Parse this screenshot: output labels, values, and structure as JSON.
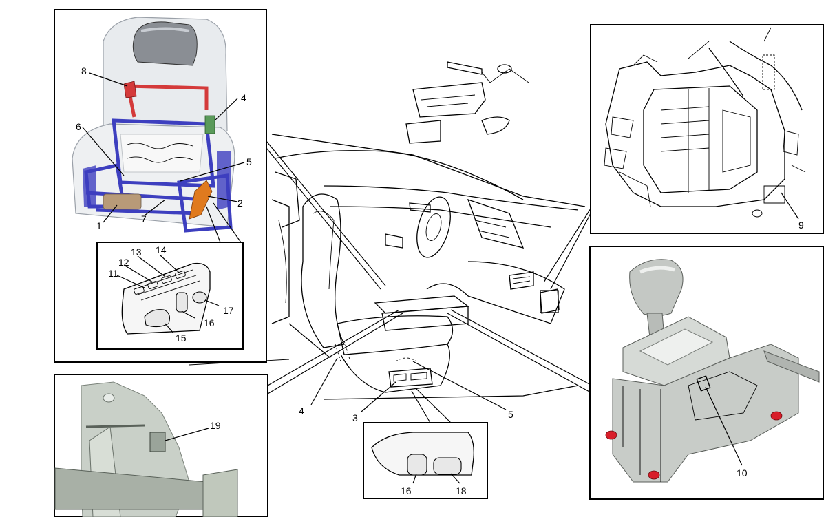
{
  "callouts": {
    "seat": {
      "c1": "1",
      "c2": "2",
      "c4": "4",
      "c5": "5",
      "c6": "6",
      "c7": "7",
      "c8": "8"
    },
    "switch_panel": {
      "c11": "11",
      "c12": "12",
      "c13": "13",
      "c14": "14",
      "c15": "15",
      "c16": "16",
      "c17": "17"
    },
    "bracket": {
      "c19": "19"
    },
    "main": {
      "c3": "3",
      "c4": "4",
      "c5": "5"
    },
    "seat_switch": {
      "c16": "16",
      "c18": "18"
    },
    "fuse_box": {
      "c9": "9"
    },
    "shifter": {
      "c10": "10"
    }
  },
  "colors": {
    "frame": "#000000",
    "seat_frame_blue": "#3d3fbf",
    "heater_red": "#d43a3a",
    "connector_green": "#5a9a5a",
    "module_orange": "#e07a1e",
    "motor_tan": "#b89a78",
    "shifter_grey": "#c8ccc8",
    "mount_red": "#d81e2a"
  }
}
